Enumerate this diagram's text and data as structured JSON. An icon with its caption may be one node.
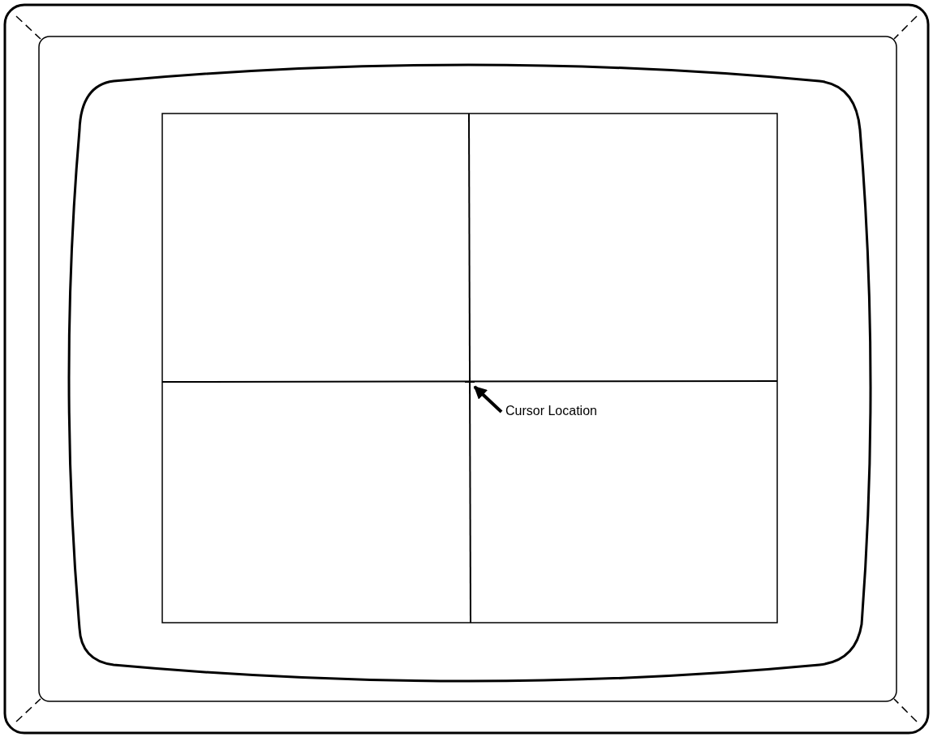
{
  "diagram": {
    "nodes": [
      {
        "text": [
          "Cursor Location"
        ]
      },
      {
        "text": [],
        "shape": "cross"
      }
    ],
    "edges": [
      {
        "from": 0,
        "to": 1,
        "arrow": "to"
      }
    ]
  }
}
